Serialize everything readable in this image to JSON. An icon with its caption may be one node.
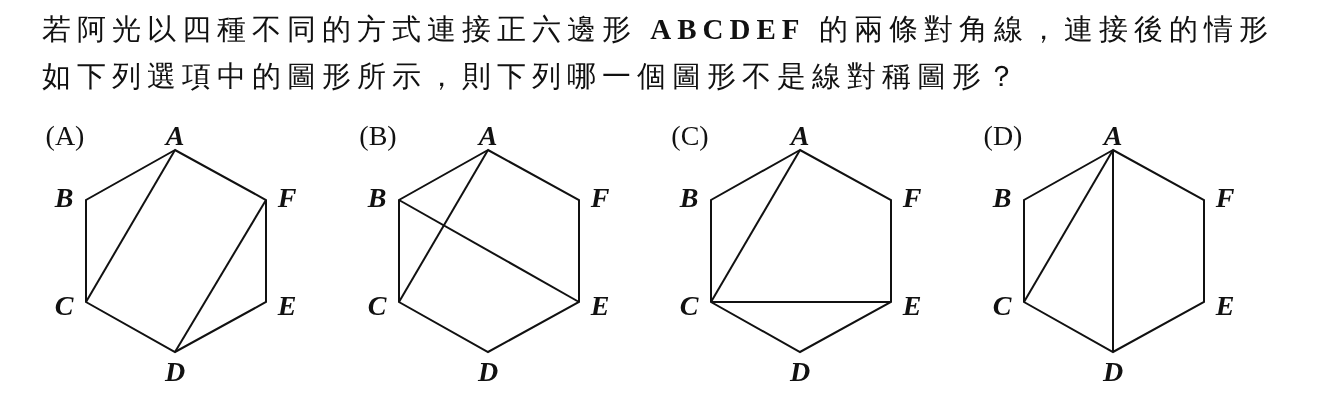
{
  "diagram": {
    "title": "若阿光以四種不同的方式連接正六邊形 **ABCDEF** 的兩條對角線，連接後的情形如下列選項中的圖形所示，則下列哪一個圖形不是線對稱圖形？",
    "labels": [
      "(A)",
      "A",
      "B",
      "F",
      "C",
      "E",
      "D",
      "(B)",
      "A",
      "B",
      "F",
      "C",
      "E",
      "D",
      "(C)",
      "A",
      "B",
      "F",
      "C",
      "E",
      "D",
      "(D)",
      "A",
      "B",
      "F",
      "C",
      "E",
      "D"
    ]
  }
}
